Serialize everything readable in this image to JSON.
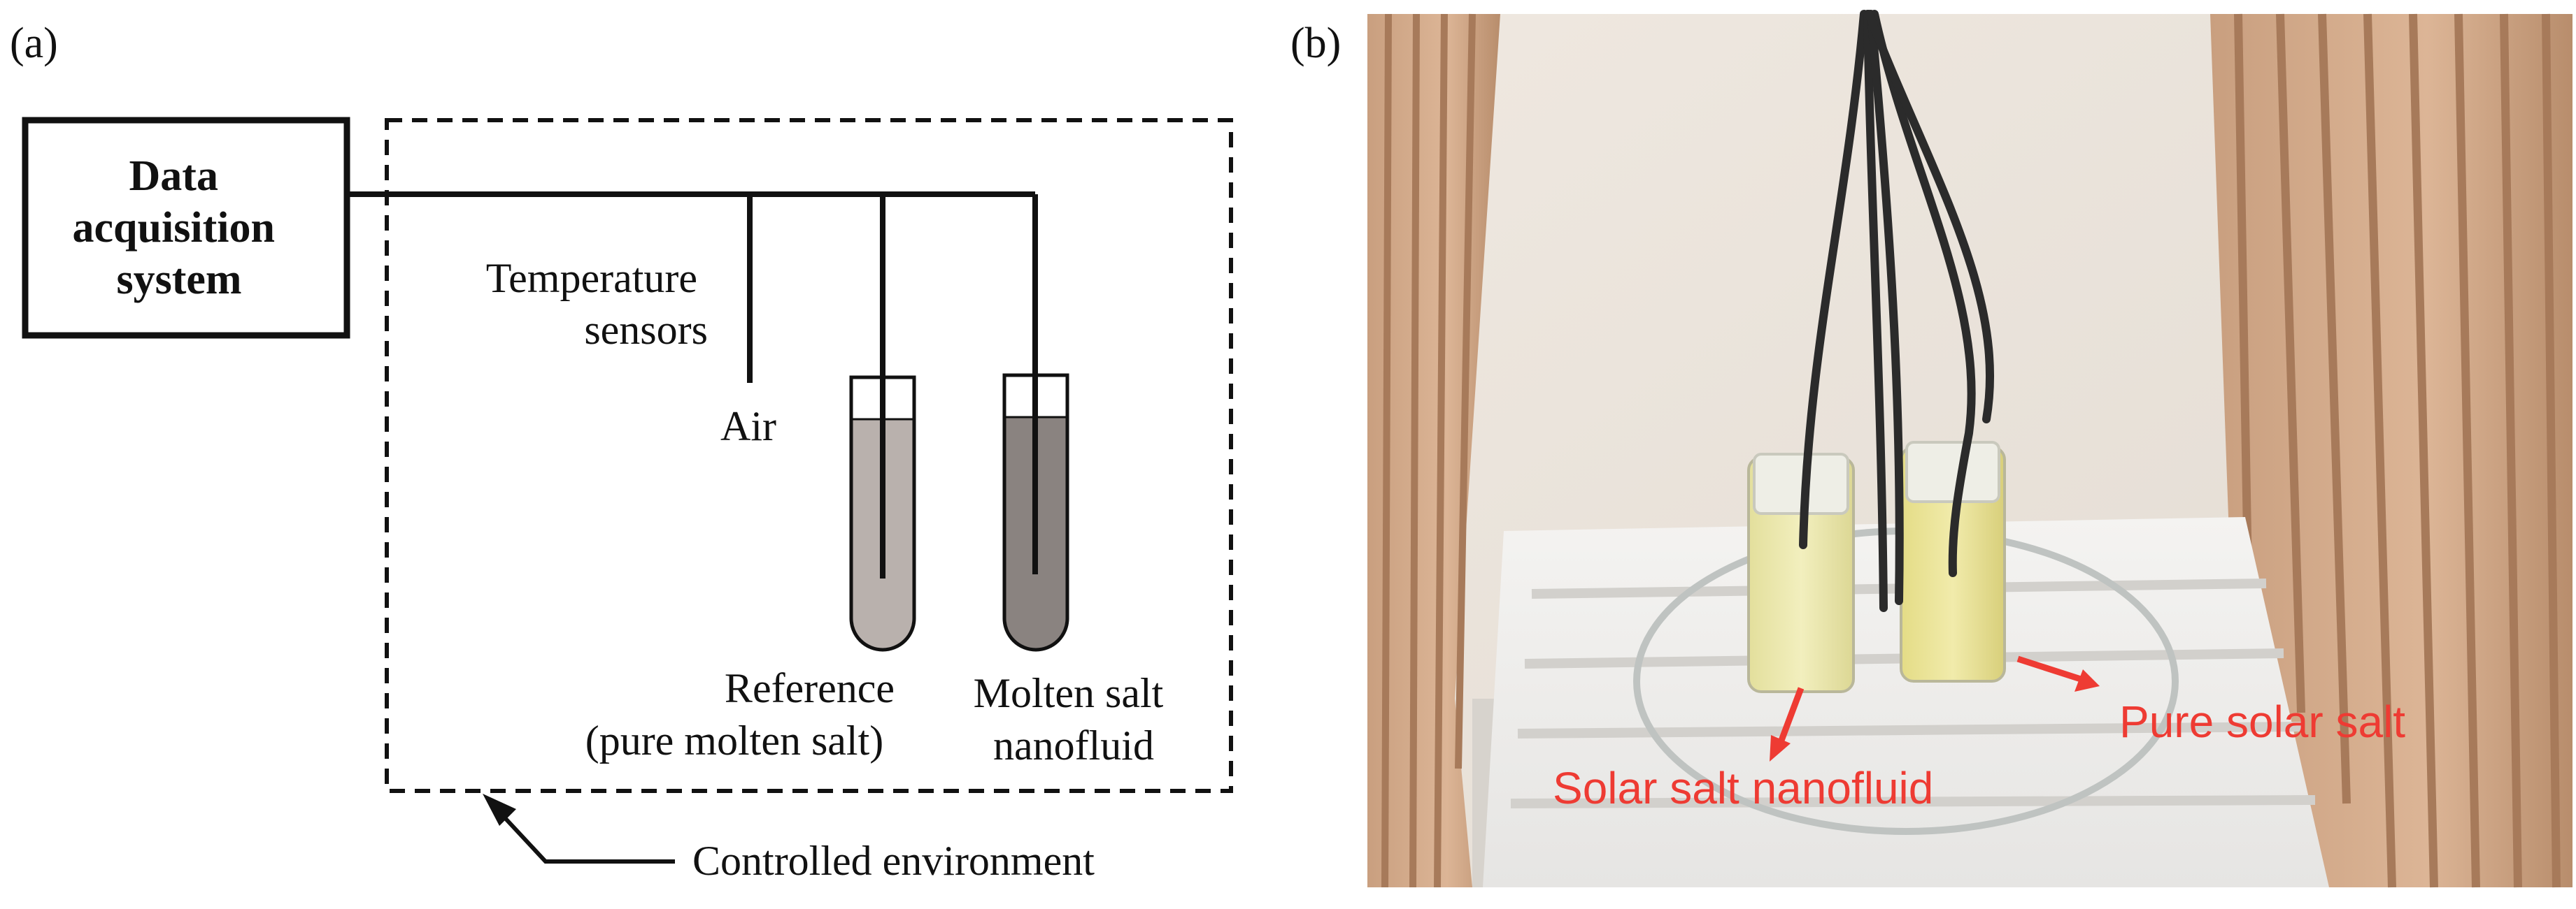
{
  "panel_a": {
    "label": "(a)",
    "daq_box": {
      "lines": [
        "Data",
        "acquisition",
        "system"
      ]
    },
    "sensors_label": {
      "lines": [
        "Temperature",
        "sensors"
      ]
    },
    "air_label": "Air",
    "reference_label": {
      "lines": [
        "Reference",
        "(pure molten salt)"
      ]
    },
    "nanofluid_label": {
      "lines": [
        "Molten salt",
        "nanofluid"
      ]
    },
    "environment_label": "Controlled environment",
    "colors": {
      "reference_fill": "#b9b1ad",
      "nanofluid_fill": "#8a8380",
      "line": "#111111"
    }
  },
  "panel_b": {
    "label": "(b)",
    "annotation_nanofluid": "Solar salt nanofluid",
    "annotation_pure": "Pure solar salt",
    "colors": {
      "annotation": "#ee3b33"
    }
  }
}
